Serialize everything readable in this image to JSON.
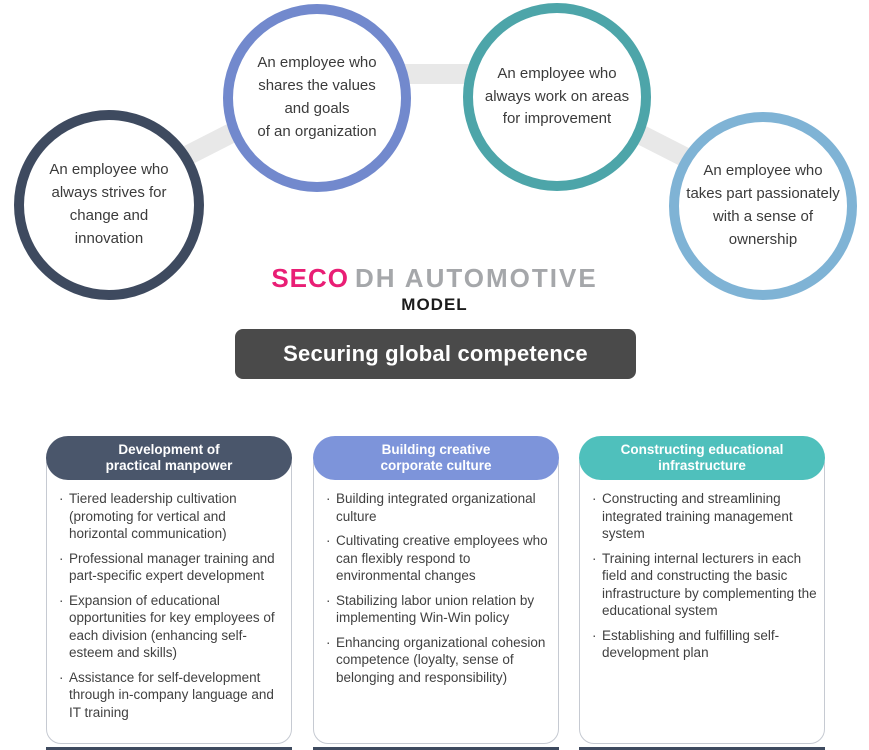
{
  "circles": [
    {
      "label": "An employee who\nalways strives for\nchange and\ninnovation",
      "border_color": "#3e4a5f"
    },
    {
      "label": "An employee who\nshares the values\nand goals\nof an organization",
      "border_color": "#7289cd"
    },
    {
      "label": "An employee who\nalways work on areas\nfor improvement",
      "border_color": "#4da5a9"
    },
    {
      "label": "An employee who\ntakes part passionately\nwith a sense of\nownership",
      "border_color": "#7fb3d5"
    }
  ],
  "logo": {
    "brand": "SECO",
    "brand_color": "#e91e75",
    "suffix": "DH AUTOMOTIVE",
    "suffix_color": "#a5a7aa",
    "subtitle": "MODEL"
  },
  "banner": {
    "label": "Securing global competence",
    "background": "#4a4a4a"
  },
  "columns": [
    {
      "header": "Development of\npractical manpower",
      "header_color": "#4a566b",
      "bullets": [
        "Tiered leadership cultivation (promoting for vertical and horizontal communication)",
        "Professional manager training and part-specific expert development",
        "Expansion of educational opportunities for key employees of each division (enhancing self-esteem and skills)",
        "Assistance for self-development through in-company language and IT training"
      ]
    },
    {
      "header": "Building creative\ncorporate culture",
      "header_color": "#7d94da",
      "bullets": [
        "Building integrated organizational culture",
        "Cultivating creative employees who can flexibly respond to environmental changes",
        "Stabilizing labor union relation by implementing Win-Win policy",
        "Enhancing organizational cohesion competence (loyalty, sense of belonging and responsibility)"
      ]
    },
    {
      "header": "Constructing educational\ninfrastructure",
      "header_color": "#4fc0bc",
      "bullets": [
        "Constructing and streamlining integrated training management system",
        "Training internal lecturers in each field and constructing the basic infrastructure by complementing the educational system",
        "Establishing and fulfilling self-development plan"
      ]
    }
  ]
}
